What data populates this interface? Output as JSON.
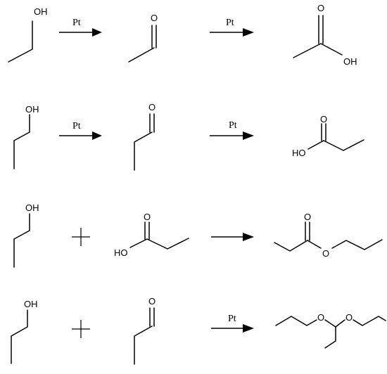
{
  "reactions": [
    {
      "name": "ethanol-oxidation",
      "steps": [
        {
          "catalyst": "Pt"
        },
        {
          "catalyst": "Pt"
        }
      ],
      "labels": {
        "ethanol_oh": "OH",
        "acetaldehyde_o": "O",
        "acetic_acid_o": "O",
        "acetic_acid_oh": "OH"
      }
    },
    {
      "name": "propanol-oxidation",
      "steps": [
        {
          "catalyst": "Pt"
        },
        {
          "catalyst": "Pt"
        }
      ],
      "labels": {
        "propanol_oh": "OH",
        "propanal_o": "O",
        "propanoic_acid_o": "O",
        "propanoic_acid_ho": "HO"
      }
    },
    {
      "name": "esterification",
      "steps": [
        {
          "catalyst": ""
        }
      ],
      "labels": {
        "propanol_oh": "OH",
        "propanoic_acid_o": "O",
        "propanoic_acid_ho": "HO",
        "ester_carbonyl_o": "O",
        "ester_link_o": "O"
      }
    },
    {
      "name": "acetal-formation",
      "steps": [
        {
          "catalyst": "Pt"
        }
      ],
      "labels": {
        "propanol_oh": "OH",
        "propanal_o": "O",
        "acetal_o1": "O",
        "acetal_o2": "O"
      }
    }
  ]
}
